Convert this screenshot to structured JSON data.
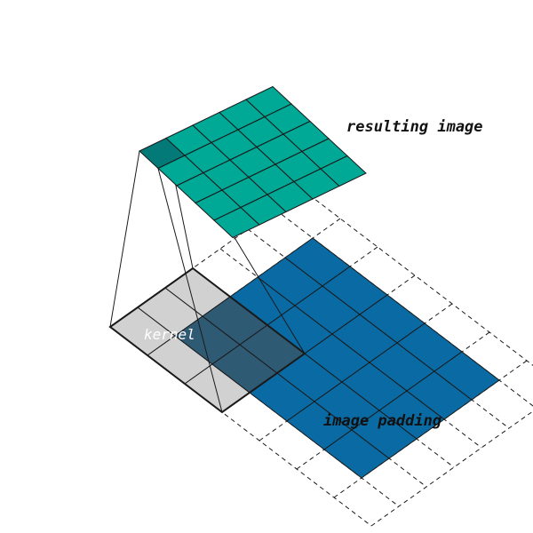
{
  "labels": {
    "result": "resulting image",
    "kernel": "kernel",
    "padding": "image padding"
  },
  "colors": {
    "result_fill": "#00a896",
    "result_highlight": "#047a78",
    "image_fill": "#0a6aa3",
    "kernel_fill": "#cfcfcf",
    "kernel_overlap": "#2f5a74",
    "grid_line": "#1a1a1a",
    "connector_line": "#1a1a1a"
  },
  "grids": {
    "resulting_image": {
      "rows": 5,
      "cols": 5,
      "highlighted_cell": [
        0,
        0
      ]
    },
    "input_image": {
      "rows": 5,
      "cols": 5
    },
    "padding": {
      "width": 1,
      "style": "dashed"
    },
    "kernel": {
      "rows": 3,
      "cols": 3
    }
  }
}
